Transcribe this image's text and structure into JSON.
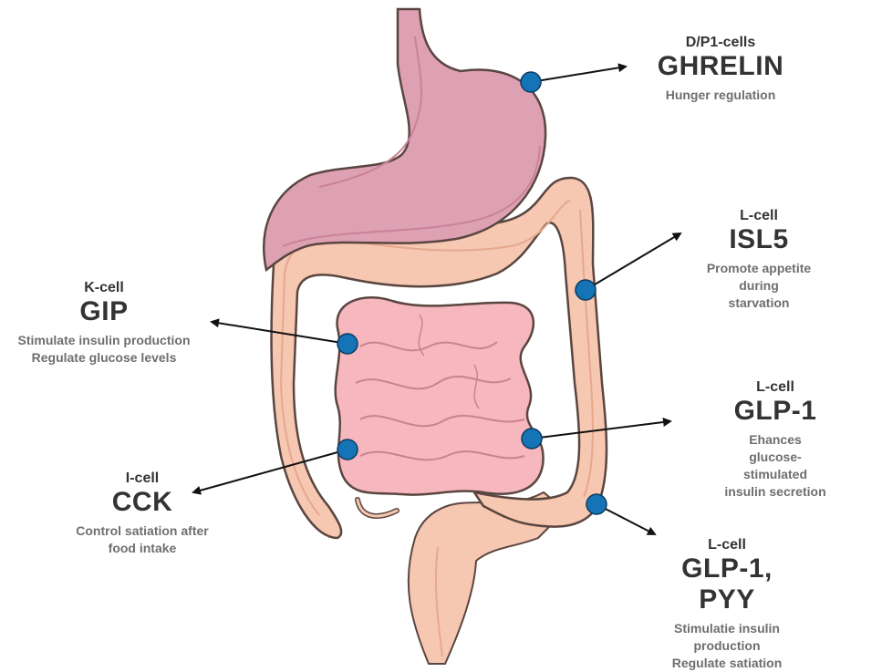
{
  "colors": {
    "stomach": "#dea0b3",
    "colon": "#f6c7b1",
    "small_intestine": "#f7b7bf",
    "marker": "#1574b6",
    "arrow": "#111111",
    "heading_text": "#333333",
    "description_text": "#6e6e6e"
  },
  "labels": [
    {
      "id": "ghrelin",
      "cell": "D/P1-cells",
      "hormone": "GHRELIN",
      "desc1": "Hunger regulation",
      "desc2": ""
    },
    {
      "id": "isl5",
      "cell": "L-cell",
      "hormone": "ISL5",
      "desc1": "Promote appetite during",
      "desc2": "starvation"
    },
    {
      "id": "gip",
      "cell": "K-cell",
      "hormone": "GIP",
      "desc1": "Stimulate insulin production",
      "desc2": "Regulate glucose levels"
    },
    {
      "id": "glp1",
      "cell": "L-cell",
      "hormone": "GLP-1",
      "desc1": "Ehances glucose-stimulated",
      "desc2": "insulin secretion"
    },
    {
      "id": "cck",
      "cell": "I-cell",
      "hormone": "CCK",
      "desc1": "Control satiation after",
      "desc2": "food intake"
    },
    {
      "id": "glp1pyy",
      "cell": "L-cell",
      "hormone": "GLP-1, PYY",
      "desc1": "Stimulatie insulin production",
      "desc2": "Regulate satiation"
    }
  ]
}
